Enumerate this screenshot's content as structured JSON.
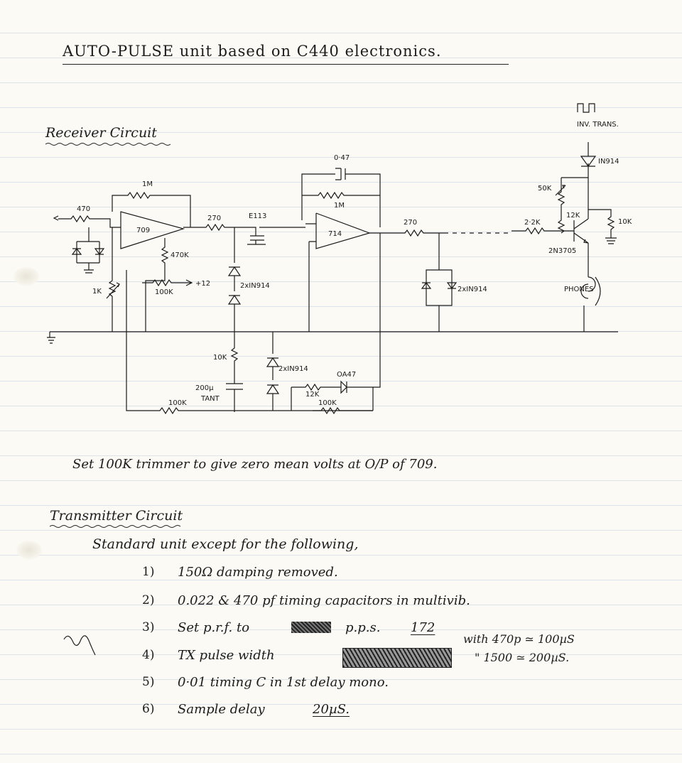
{
  "title": "AUTO-PULSE  unit  based  on  C440  electronics.",
  "receiver": {
    "heading": "Receiver Circuit",
    "note": "Set  100K  trimmer  to  give  zero  mean  volts  at  O/P  of  709.",
    "labels": {
      "r470": "470",
      "r1m": "1M",
      "op709": "709",
      "r270": "270",
      "e113": "E113",
      "r470k": "470K",
      "r100k": "100K",
      "plus12": "+12",
      "r1k": "1K",
      "diodes_a": "2xIN914",
      "c047": "0·47",
      "r1m_b": "1M",
      "op714": "714",
      "r270_b": "270",
      "diodes_b": "2xIN914",
      "inv_trans": "INV. TRANS.",
      "d1n914": "IN914",
      "r50k": "50K",
      "r12k": "12K",
      "r10k_right": "10K",
      "r2_2k": "2·2K",
      "q2n3705": "2N3705",
      "phones": "PHONES",
      "r10k": "10K",
      "c200u": "200µ",
      "tant": "TANT",
      "diodes_c": "2xIN914",
      "oa47": "OA47",
      "r12k_b": "12K",
      "r100k_bottom": "100K",
      "r100k_right": "100K"
    }
  },
  "transmitter": {
    "heading": "Transmitter Circuit",
    "intro": "Standard  unit  except  for  the  following,",
    "items": [
      {
        "num": "1)",
        "text": "150Ω  damping  removed."
      },
      {
        "num": "2)",
        "text": "0.022  &  470 pf  timing  capacitors  in  multivib."
      },
      {
        "num": "3)",
        "text": "Set  p.r.f.  to",
        "unit": "p.p.s.",
        "value": "172"
      },
      {
        "num": "4)",
        "text": "TX  pulse  width"
      },
      {
        "num": "5)",
        "text": "0·01  timing  C  in  1st  delay  mono."
      },
      {
        "num": "6)",
        "text": "Sample  delay",
        "value": "20µS."
      }
    ],
    "side_notes": [
      "with 470p ≃ 100µS",
      "\" 1500 ≃ 200µS."
    ]
  }
}
